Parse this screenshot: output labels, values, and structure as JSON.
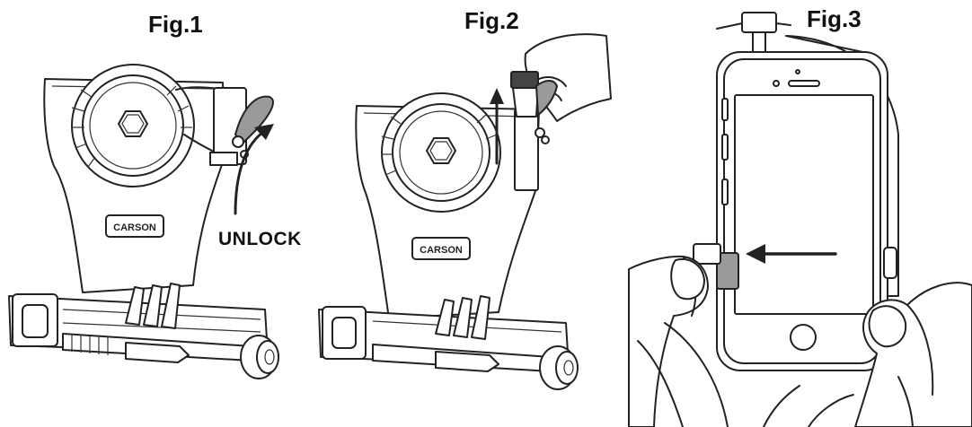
{
  "figures": [
    {
      "title": "Fig.1",
      "annotation": "UNLOCK"
    },
    {
      "title": "Fig.2"
    },
    {
      "title": "Fig.3"
    }
  ],
  "brand_plate_text": "CARSON",
  "colors": {
    "line": "#222222",
    "lever": "#9a9a9a",
    "background": "#ffffff"
  }
}
